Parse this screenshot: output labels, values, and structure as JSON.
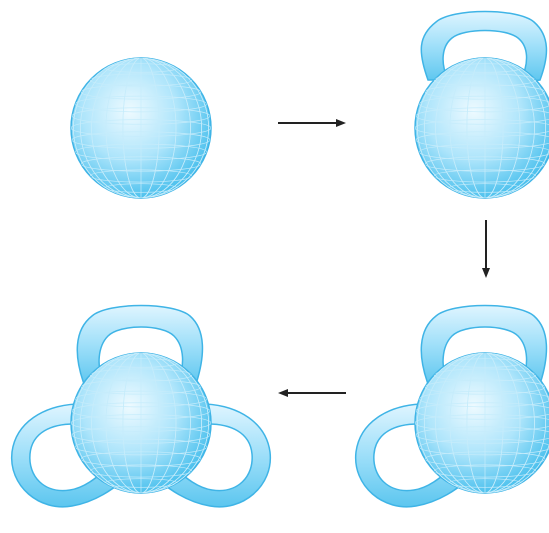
{
  "diagram": {
    "stages": [
      {
        "id": "sphere",
        "handles": []
      },
      {
        "id": "sphere-one-handle",
        "handles": [
          "top"
        ]
      },
      {
        "id": "sphere-two-handles",
        "handles": [
          "top",
          "bottom-left"
        ]
      },
      {
        "id": "sphere-three-handles",
        "handles": [
          "top",
          "bottom-left",
          "bottom-right"
        ]
      }
    ],
    "arrows": [
      {
        "from": "sphere",
        "to": "sphere-one-handle",
        "direction": "right"
      },
      {
        "from": "sphere-one-handle",
        "to": "sphere-two-handles",
        "direction": "down"
      },
      {
        "from": "sphere-two-handles",
        "to": "sphere-three-handles",
        "direction": "left"
      }
    ],
    "colors": {
      "surface_light": "#e8f8ff",
      "surface_mid": "#a6e2fa",
      "surface_dark": "#4ec0ec",
      "outline": "#3fb4e6",
      "grid": "#c6ecfb",
      "arrow": "#222222"
    }
  }
}
